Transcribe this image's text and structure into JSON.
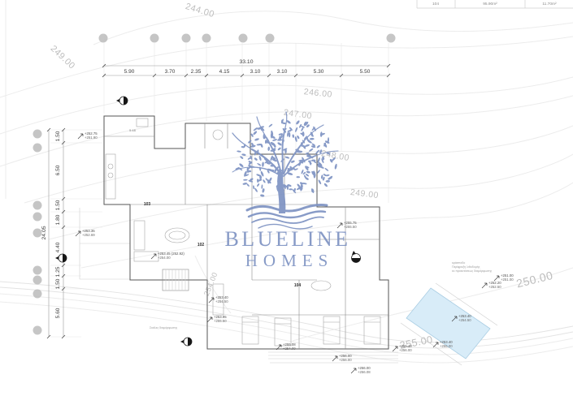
{
  "logo": {
    "brand_line1": "BLUELINE",
    "brand_line2": "HOMES",
    "color": "#7E93C3"
  },
  "area_table": {
    "cells": [
      "104",
      "95.90m²",
      "11.70m²"
    ]
  },
  "contour_labels": [
    {
      "t": "244.00"
    },
    {
      "t": "249.00"
    },
    {
      "t": "246.00"
    },
    {
      "t": "247.00"
    },
    {
      "t": "248.00"
    },
    {
      "t": "249.00"
    },
    {
      "t": "250.00"
    },
    {
      "t": "255.00"
    },
    {
      "t": "254.00"
    }
  ],
  "dimensions": {
    "top": {
      "overall": "33.10",
      "segments": [
        "5.90",
        "3.70",
        "2.35",
        "4.15",
        "3.10",
        "3.10",
        "5.30",
        "5.50"
      ]
    },
    "left": {
      "overall": "24.05",
      "segments": [
        "1.50",
        "6.50",
        "1.50",
        "1.80",
        "4.40",
        "1.25",
        "1.50",
        "5.60"
      ]
    },
    "interior": [
      "5.48"
    ]
  },
  "rooms": [
    {
      "number": "103"
    },
    {
      "number": "102"
    },
    {
      "number": "104"
    }
  ],
  "spot_elevations": [
    {
      "a": "+252.75",
      "b": "+251.90"
    },
    {
      "a": "+253.35",
      "b": "+252.69"
    },
    {
      "a": "+253.45 (252.92)",
      "b": "+254.00"
    },
    {
      "a": "+253.40",
      "b": "+254.50"
    },
    {
      "a": "+253.95",
      "b": "+255.50"
    },
    {
      "a": "+255.75",
      "b": "+255.50"
    },
    {
      "a": "+255.08",
      "b": "+254.00"
    },
    {
      "a": "+255.40",
      "b": "+256.00"
    },
    {
      "a": "+256.00",
      "b": "+256.00"
    },
    {
      "a": "+256.00",
      "b": "+256.08"
    },
    {
      "a": "+253.40",
      "b": "+254.50"
    },
    {
      "a": "+252.20",
      "b": "+252.50"
    },
    {
      "a": "+251.00",
      "b": "+251.00"
    },
    {
      "a": "+253.40",
      "b": "+255.00"
    }
  ],
  "notes": {
    "pool_note_lines": [
      "κράσπεδο",
      "Περίφραξη λιθοδομής",
      "εκ προεκτάσεως διαμόρφωσης"
    ],
    "site_note": "Σκάλες διαμόρφωσης"
  },
  "colors": {
    "pool_fill": "#D8ECF8",
    "pool_edge": "#A9CDE3",
    "logo_blue": "#7E93C3",
    "contour_gray": "#ECECEC",
    "survey_dot": "#BCBCBC"
  }
}
